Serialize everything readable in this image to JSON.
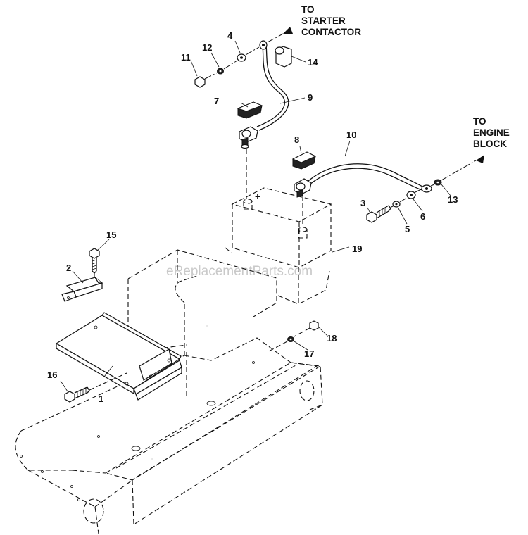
{
  "notes": {
    "starter": [
      "TO",
      "STARTER",
      "CONTACTOR"
    ],
    "engine": [
      "TO",
      "ENGINE",
      "BLOCK"
    ]
  },
  "watermark": "eReplacementParts.com",
  "parts": {
    "p1": "1",
    "p2": "2",
    "p3": "3",
    "p4": "4",
    "p5": "5",
    "p6": "6",
    "p7": "7",
    "p8": "8",
    "p9": "9",
    "p10": "10",
    "p11": "11",
    "p12": "12",
    "p13": "13",
    "p14": "14",
    "p15": "15",
    "p16": "16",
    "p17": "17",
    "p18": "18",
    "p19": "19"
  }
}
